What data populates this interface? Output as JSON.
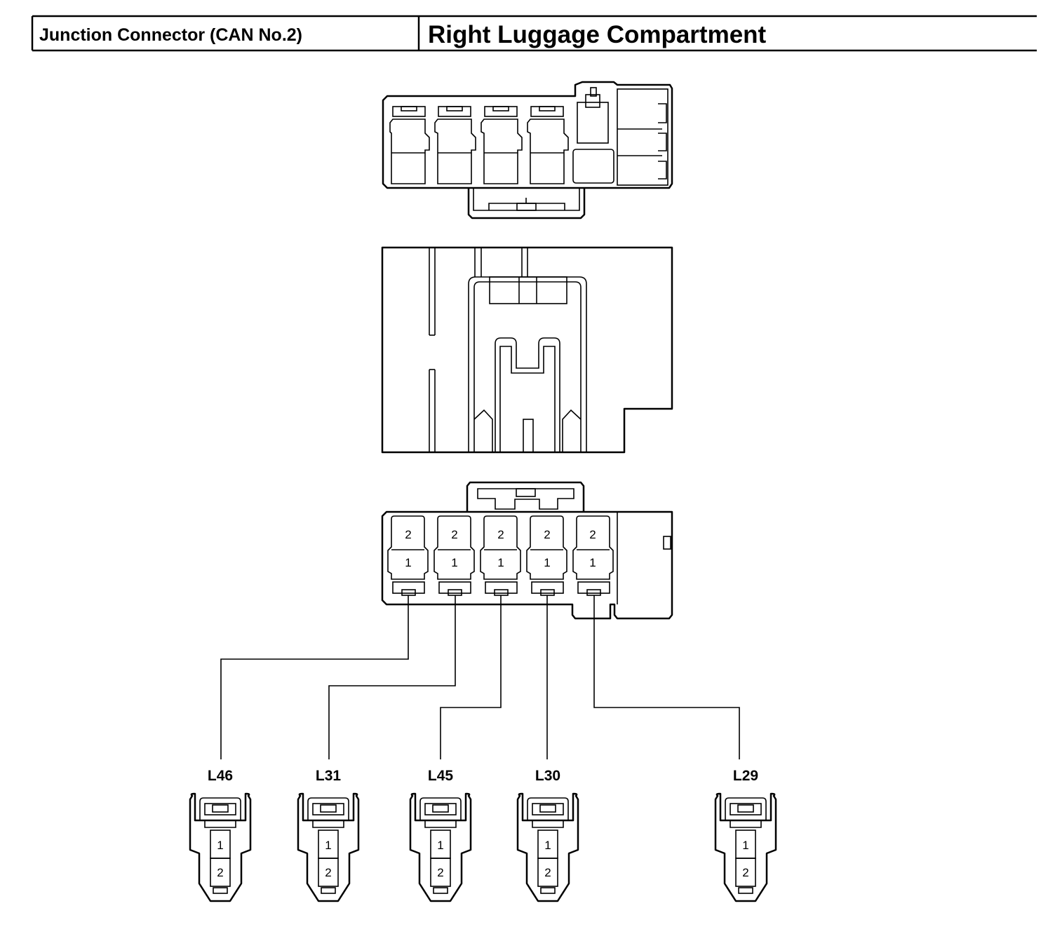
{
  "header": {
    "left_title": "Junction Connector (CAN No.2)",
    "right_title": "Right Luggage Compartment"
  },
  "junction_connector": {
    "cavity_pins": [
      {
        "top": "2",
        "bottom": "1"
      },
      {
        "top": "2",
        "bottom": "1"
      },
      {
        "top": "2",
        "bottom": "1"
      },
      {
        "top": "2",
        "bottom": "1"
      },
      {
        "top": "2",
        "bottom": "1"
      }
    ]
  },
  "plugs": [
    {
      "label": "L46",
      "pin_top": "1",
      "pin_bottom": "2"
    },
    {
      "label": "L31",
      "pin_top": "1",
      "pin_bottom": "2"
    },
    {
      "label": "L45",
      "pin_top": "1",
      "pin_bottom": "2"
    },
    {
      "label": "L30",
      "pin_top": "1",
      "pin_bottom": "2"
    },
    {
      "label": "L29",
      "pin_top": "1",
      "pin_bottom": "2"
    }
  ]
}
